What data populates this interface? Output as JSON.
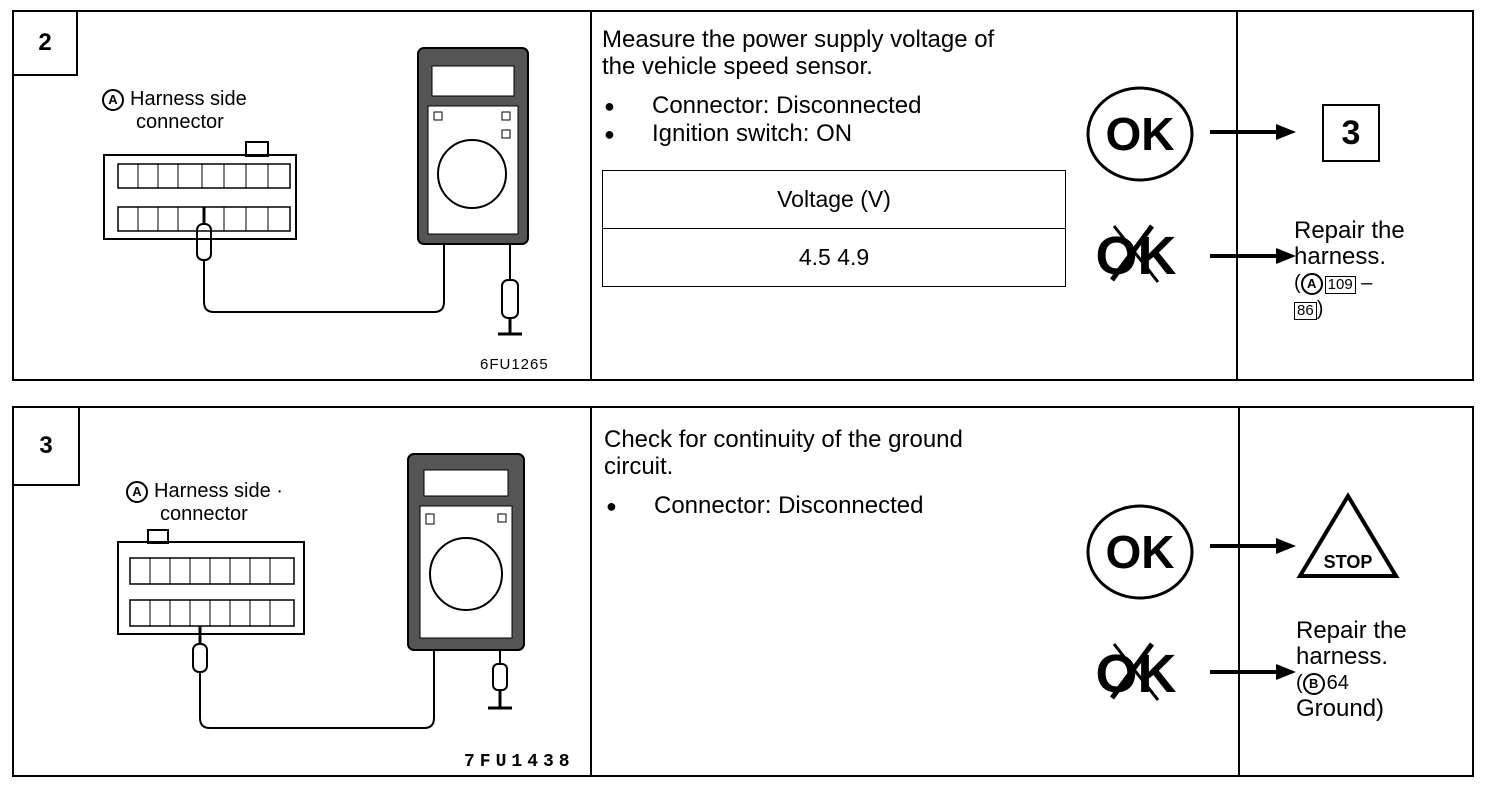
{
  "steps": [
    {
      "number": "2",
      "figure_code": "6FU1265",
      "connector_label_letter": "A",
      "connector_label_line1": "Harness side",
      "connector_label_line2": "connector",
      "instruction_line1": "Measure the power supply voltage of",
      "instruction_line2": "the vehicle speed sensor.",
      "bullets": [
        "Connector: Disconnected",
        "Ignition switch: ON"
      ],
      "table_header": "Voltage  (V)",
      "table_value": "4.5     4.9",
      "ok_label": "OK",
      "ng_label": "OK",
      "ok_result": "3",
      "ng_result_line1": "Repair the",
      "ng_result_line2": "harness.",
      "ng_result_letter": "A",
      "ng_result_pin1": "109",
      "ng_result_dash": "–",
      "ng_result_pin2": "86",
      "ng_result_close": ")"
    },
    {
      "number": "3",
      "figure_code": "7FU1438",
      "connector_label_letter": "A",
      "connector_label_line1": "Harness side ·",
      "connector_label_line2": "connector",
      "instruction_line1": "Check for continuity of the ground",
      "instruction_line2": "circuit.",
      "bullets": [
        "Connector: Disconnected"
      ],
      "ok_label": "OK",
      "ng_label": "OK",
      "ok_result": "STOP",
      "ng_result_line1": "Repair the",
      "ng_result_line2": "harness.",
      "ng_result_letter": "B",
      "ng_result_pin1": "64",
      "ng_result_line4": "Ground)"
    }
  ]
}
